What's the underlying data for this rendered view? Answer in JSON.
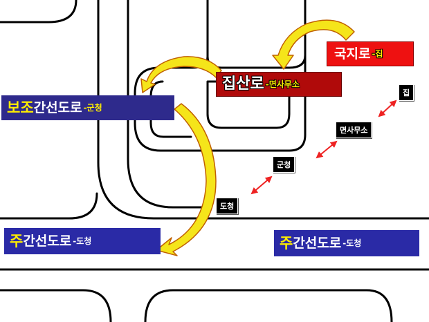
{
  "labels": {
    "local_road": {
      "main": "국지로",
      "suffix": "-집"
    },
    "collector_road": {
      "main": "집산로",
      "suffix": "-면사무소"
    },
    "minor_arterial": {
      "prefix": "보조",
      "main": " 간선도로",
      "suffix": "-군청"
    },
    "major_arterial_left": {
      "prefix": "주",
      "main": " 간선도로",
      "suffix": "-도청"
    },
    "major_arterial_right": {
      "prefix": "주",
      "main": " 간선도로",
      "suffix": "-도청"
    }
  },
  "hierarchy_tags": [
    "집",
    "면사무소",
    "군청",
    "도청"
  ],
  "colors": {
    "road_line": "#000000",
    "navy_label": "#2e2a8c",
    "blue_label": "#2a2aa6",
    "red_label": "#ee1111",
    "dark_red_label": "#b00a0a",
    "yellow_text": "#ffee00",
    "arrow_fill": "#f5e51a",
    "arrow_edge": "#c06000",
    "double_arrow": "#ee2222"
  }
}
